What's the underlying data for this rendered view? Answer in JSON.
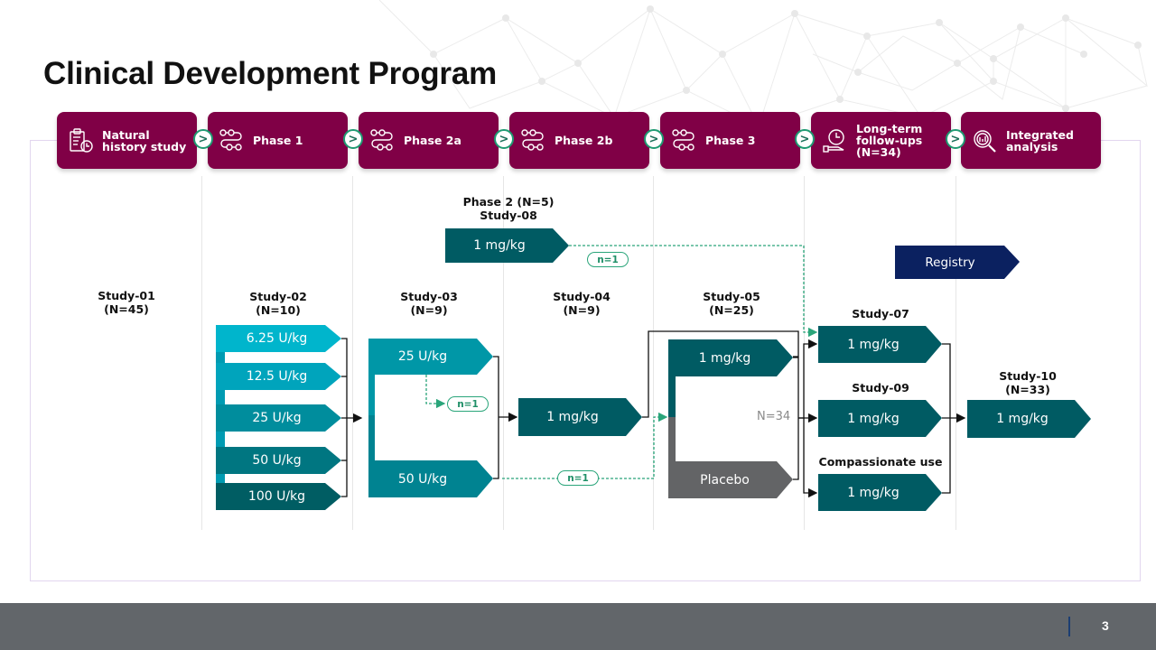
{
  "title": "Clinical Development Program",
  "colors": {
    "phase_bg": "#800046",
    "teal_dark": "#005b63",
    "teal_mid": "#007b85",
    "teal_light": "#00a9c6",
    "placebo": "#636466",
    "registry": "#0b2160",
    "dashed_green": "#2aa57a"
  },
  "phases": [
    {
      "label": "Natural\nhistory study",
      "icon": "clipboard-clock-icon"
    },
    {
      "label": "Phase 1",
      "icon": "workflow-icon"
    },
    {
      "label": "Phase 2a",
      "icon": "workflow-icon"
    },
    {
      "label": "Phase 2b",
      "icon": "workflow-icon"
    },
    {
      "label": "Phase 3",
      "icon": "workflow-icon"
    },
    {
      "label": "Long-term\nfollow-ups\n(N=34)",
      "icon": "clock-hand-icon"
    },
    {
      "label": "Integrated\nanalysis",
      "icon": "analysis-magnifier-icon"
    }
  ],
  "chevron_glyph": ">",
  "studies": {
    "study01": {
      "label": "Study-01\n(N=45)"
    },
    "study02": {
      "label": "Study-02\n(N=10)",
      "arms": [
        "6.25 U/kg",
        "12.5 U/kg",
        "25 U/kg",
        "50 U/kg",
        "100 U/kg"
      ]
    },
    "study03": {
      "label": "Study-03\n(N=9)",
      "arms": [
        "25 U/kg",
        "50 U/kg"
      ]
    },
    "study04": {
      "label": "Study-04\n(N=9)",
      "arms": [
        "1 mg/kg"
      ]
    },
    "study05": {
      "label": "Study-05\n(N=25)",
      "arms": [
        "1 mg/kg",
        "Placebo"
      ],
      "total": "N=34"
    },
    "study08": {
      "label": "Phase 2 (N=5)\nStudy-08",
      "arms": [
        "1 mg/kg"
      ]
    },
    "study07": {
      "label": "Study-07",
      "arms": [
        "1 mg/kg"
      ]
    },
    "study09": {
      "label": "Study-09",
      "arms": [
        "1 mg/kg"
      ]
    },
    "compassionate": {
      "label": "Compassionate use",
      "arms": [
        "1 mg/kg"
      ]
    },
    "study10": {
      "label": "Study-10\n(N=33)",
      "arms": [
        "1 mg/kg"
      ]
    },
    "registry": {
      "label": "Registry"
    }
  },
  "transfers": [
    {
      "label": "n=1",
      "from": "Study-08",
      "to": "Study-07"
    },
    {
      "label": "n=1",
      "from": "Study-03 25 U/kg",
      "to": "Study-03 n=1"
    },
    {
      "label": "n=1",
      "from": "Study-03 50 U/kg",
      "to": "Study-05"
    }
  ],
  "footer": {
    "page_number": "3"
  }
}
